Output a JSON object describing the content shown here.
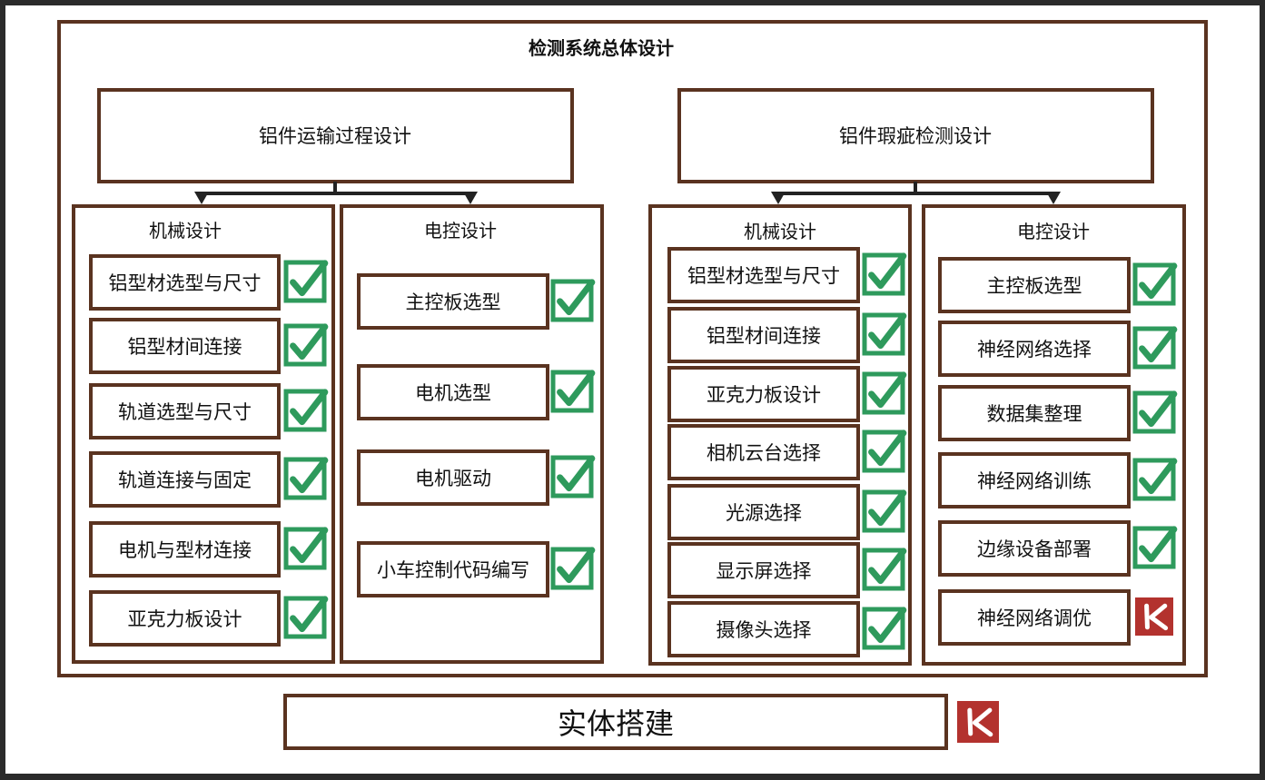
{
  "colors": {
    "frame": "#5a3320",
    "check": "#2e9a5c",
    "cross": "#b3322e",
    "background": "#ffffff",
    "connector": "#222222"
  },
  "title": "检测系统总体设计",
  "left": {
    "title": "铝件运输过程设计",
    "mechanical": {
      "title": "机械设计",
      "items": [
        {
          "label": "铝型材选型与尺寸",
          "status": "check-icon"
        },
        {
          "label": "铝型材间连接",
          "status": "check-icon"
        },
        {
          "label": "轨道选型与尺寸",
          "status": "check-icon"
        },
        {
          "label": "轨道连接与固定",
          "status": "check-icon"
        },
        {
          "label": "电机与型材连接",
          "status": "check-icon"
        },
        {
          "label": "亚克力板设计",
          "status": "check-icon"
        }
      ]
    },
    "electrical": {
      "title": "电控设计",
      "items": [
        {
          "label": "主控板选型",
          "status": "check-icon"
        },
        {
          "label": "电机选型",
          "status": "check-icon"
        },
        {
          "label": "电机驱动",
          "status": "check-icon"
        },
        {
          "label": "小车控制代码编写",
          "status": "check-icon"
        }
      ]
    }
  },
  "right": {
    "title": "铝件瑕疵检测设计",
    "mechanical": {
      "title": "机械设计",
      "items": [
        {
          "label": "铝型材选型与尺寸",
          "status": "check-icon"
        },
        {
          "label": "铝型材间连接",
          "status": "check-icon"
        },
        {
          "label": "亚克力板设计",
          "status": "check-icon"
        },
        {
          "label": "相机云台选择",
          "status": "check-icon"
        },
        {
          "label": "光源选择",
          "status": "check-icon"
        },
        {
          "label": "显示屏选择",
          "status": "check-icon"
        },
        {
          "label": "摄像头选择",
          "status": "check-icon"
        }
      ]
    },
    "electrical": {
      "title": "电控设计",
      "items": [
        {
          "label": "主控板选型",
          "status": "check-icon"
        },
        {
          "label": "神经网络选择",
          "status": "check-icon"
        },
        {
          "label": "数据集整理",
          "status": "check-icon"
        },
        {
          "label": "神经网络训练",
          "status": "check-icon"
        },
        {
          "label": "边缘设备部署",
          "status": "check-icon"
        },
        {
          "label": "神经网络调优",
          "status": "cross-icon"
        }
      ]
    }
  },
  "bottom": {
    "label": "实体搭建",
    "status": "cross-icon"
  }
}
